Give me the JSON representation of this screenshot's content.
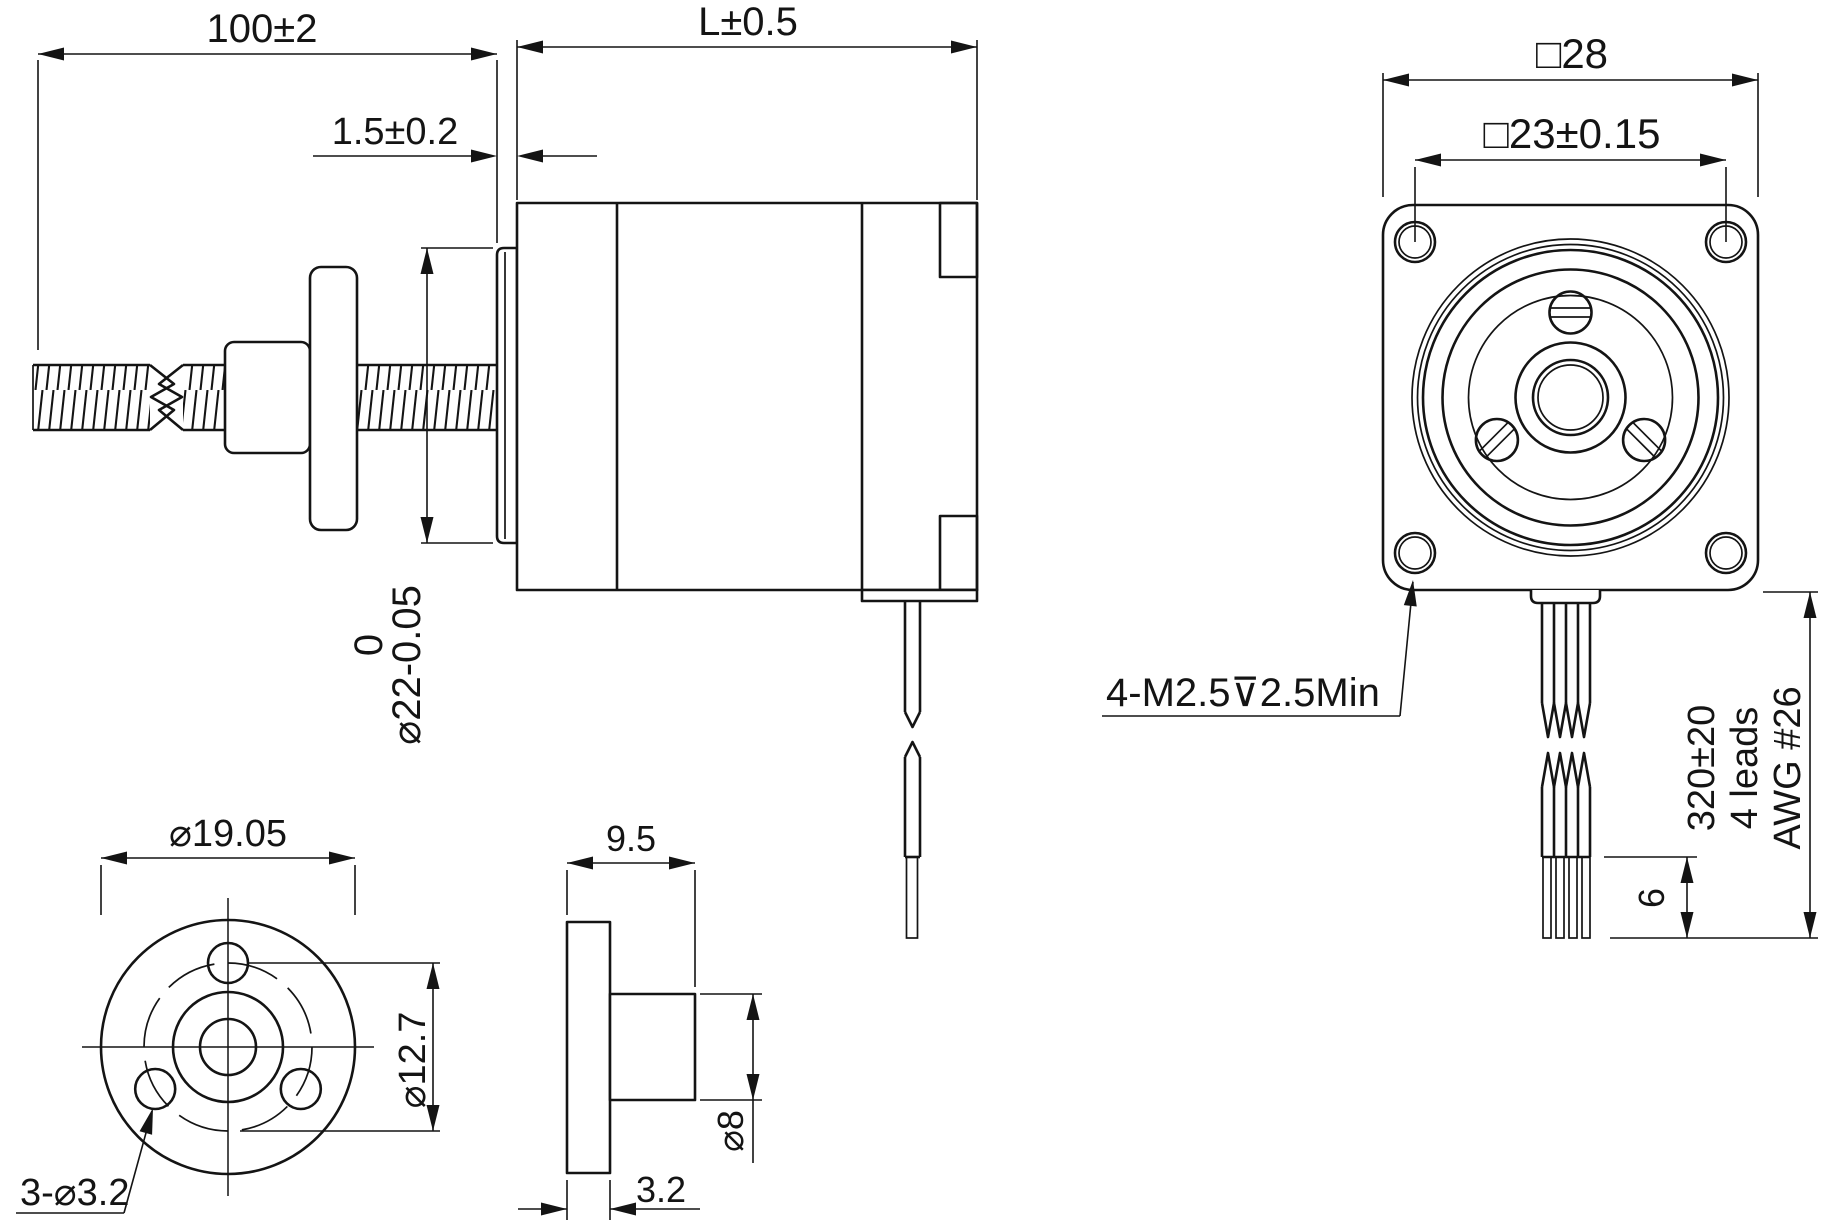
{
  "side_view": {
    "dim_overall": "100±2",
    "dim_body_length": "L±0.5",
    "dim_boss_protrusion": "1.5±0.2",
    "dim_boss_dia": "⌀22-0.05",
    "dim_boss_dia_upper_tol": "0"
  },
  "front_view": {
    "dim_square_size": "□28",
    "dim_mount_hole_spacing": "□23±0.15",
    "note_mount_holes": "4-M2.5⊽2.5Min",
    "dim_lead_length": "320±20",
    "lead_count": "4 leads",
    "wire_gauge": "AWG #26",
    "dim_strip_length": "6"
  },
  "nut_front_view": {
    "dim_flange_dia": "⌀19.05",
    "dim_bolt_circle_dia": "⌀12.7",
    "note_flange_holes": "3-⌀3.2"
  },
  "nut_side_view": {
    "dim_overall_width": "9.5",
    "dim_hub_dia": "⌀8",
    "dim_flange_thickness": "3.2"
  }
}
